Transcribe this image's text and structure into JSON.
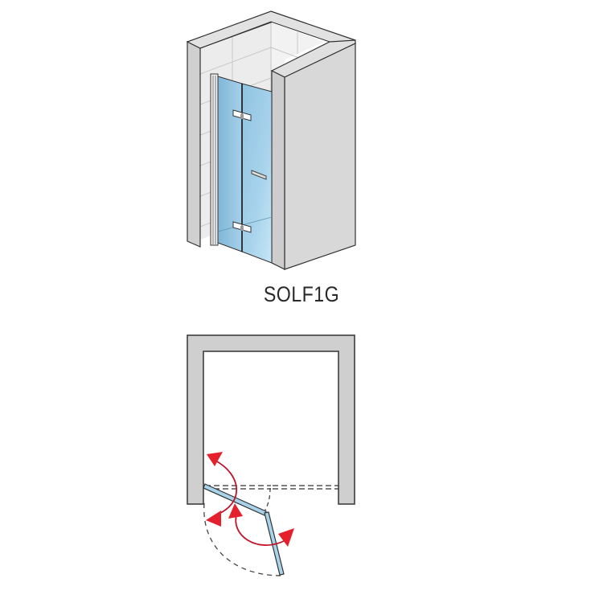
{
  "product": {
    "model_label": "SOLF1G"
  },
  "diagram": {
    "views": [
      {
        "name": "isometric-view",
        "description": "3D isometric view of shower recess with two-part folding glass door"
      },
      {
        "name": "plan-view",
        "description": "Top-down plan view showing folding door swing paths"
      }
    ],
    "colors": {
      "wall_fill": "#cfcfcf",
      "wall_side": "#d9d9d9",
      "wall_top": "#e4e4e4",
      "tile_bg": "#eeeeee",
      "outline": "#333333",
      "glass": "#a9d3ea",
      "glass_dark": "#7fb8d8",
      "arrow": "#e3202c",
      "arrow_stroke": "#c0142a",
      "dashed": "#444444"
    },
    "icons": {
      "swing_arrows": "curved-double-arrow-icon"
    }
  }
}
